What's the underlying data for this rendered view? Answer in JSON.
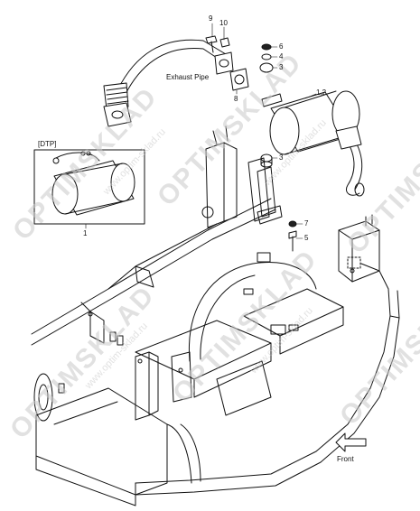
{
  "labels": {
    "exhaust_pipe": "Exhaust Pipe",
    "dtp": "[DTP]",
    "front": "Front",
    "callout_9": "9",
    "callout_10": "10",
    "callout_8": "8",
    "callout_6": "6",
    "callout_4": "4",
    "callout_3a": "3",
    "callout_3b": "3",
    "callout_12": "1,2",
    "callout_7": "7",
    "callout_5": "5",
    "callout_1": "1"
  },
  "watermark": {
    "brand": "OPTIMSKLAD",
    "site": "www.optim-sklad.ru",
    "color": "#c9c9c9"
  },
  "colors": {
    "line": "#111111",
    "background": "#ffffff"
  }
}
